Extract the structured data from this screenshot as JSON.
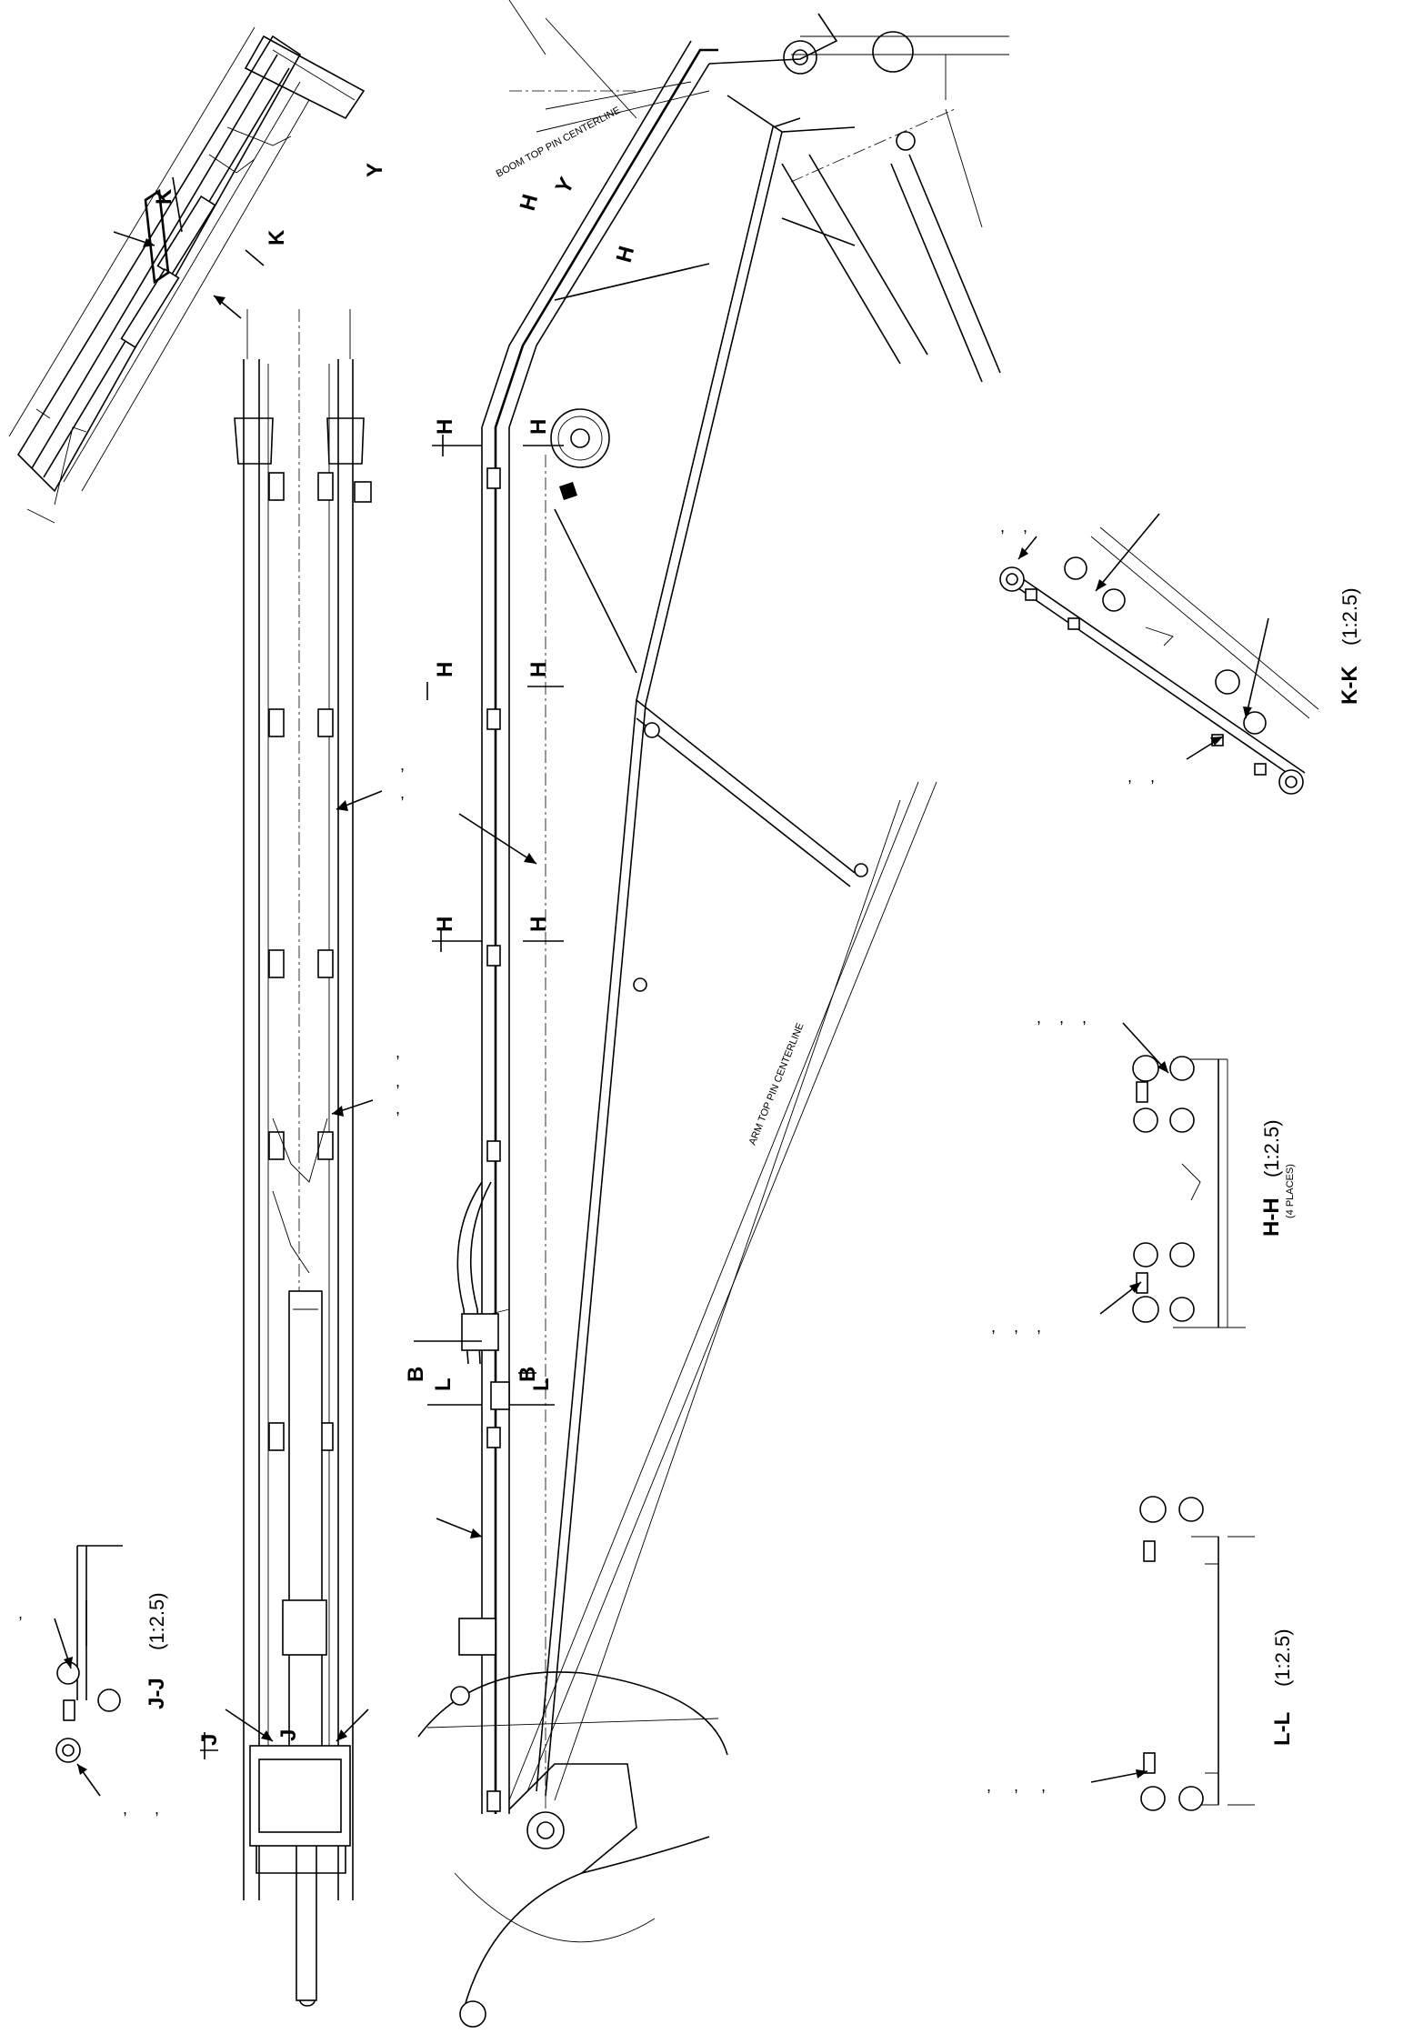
{
  "diagram": {
    "view_y_label": "Y",
    "arrow_y_label": "Y",
    "section_marks": {
      "k": "K",
      "j": "J",
      "h": "H",
      "b": "B",
      "l": "L"
    },
    "section_views": [
      {
        "id": "kk",
        "title": "K-K",
        "scale": "(1:2.5)",
        "note": ""
      },
      {
        "id": "hh",
        "title": "H-H",
        "scale": "(1:2.5)",
        "note": "(4 PLACES)"
      },
      {
        "id": "ll",
        "title": "L-L",
        "scale": "(1:2.5)",
        "note": ""
      },
      {
        "id": "jj",
        "title": "J-J",
        "scale": "(1:2.5)",
        "note": ""
      }
    ],
    "centerline_notes": {
      "boom_top_pin": "BOOM TOP PIN CENTERLINE",
      "arm_top_pin": "ARM TOP PIN CENTERLINE"
    },
    "tick_marks": ","
  }
}
